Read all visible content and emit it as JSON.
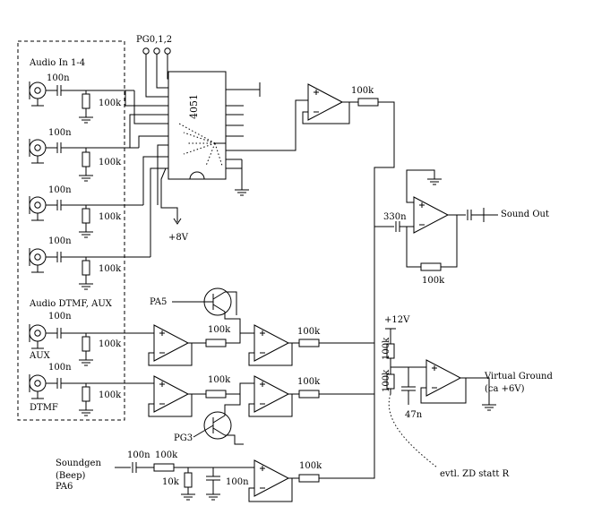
{
  "labels": {
    "pg_inputs": "PG0,1,2",
    "audio_in": "Audio In 1-4",
    "mux_chip": "4051",
    "supply_8v": "+8V",
    "sound_out": "Sound Out",
    "audio_dtmf_aux": "Audio DTMF, AUX",
    "aux": "AUX",
    "dtmf": "DTMF",
    "pa5": "PA5",
    "pg3": "PG3",
    "supply_12v": "+12V",
    "virtual_ground": "Virtual Ground",
    "virtual_ground_note": "(ca +6V)",
    "zd_note": "evtl. ZD statt R",
    "soundgen": "Soundgen",
    "beep": "(Beep)",
    "pa6": "PA6"
  },
  "components": {
    "cap_100n": "100n",
    "res_100k": "100k",
    "cap_330n": "330n",
    "cap_47n": "47n",
    "res_10k": "10k"
  }
}
